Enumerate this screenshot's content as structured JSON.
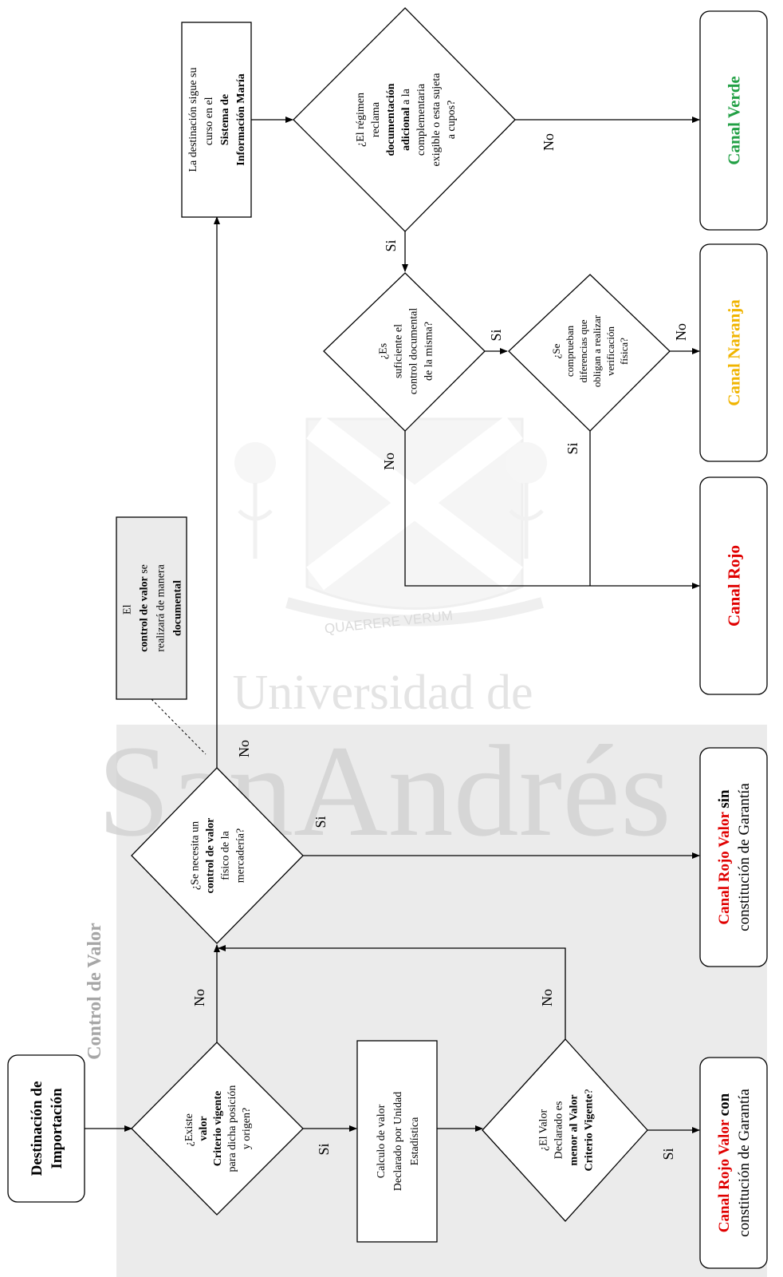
{
  "watermark": {
    "motto": "QUAERERE VERUM",
    "line1": "Universidad de",
    "line2": "SanAndrés"
  },
  "section_label": "Control de Valor",
  "nodes": {
    "start": {
      "lines": [
        [
          "Destinación de"
        ],
        [
          "Importación"
        ]
      ]
    },
    "q1": {
      "lines": [
        [
          "¿Existe "
        ],
        [
          "valor",
          "b"
        ],
        [
          "Criterio vigente",
          "b"
        ],
        [
          "para dicha posición"
        ],
        [
          "y origen?"
        ]
      ]
    },
    "calc": {
      "lines": [
        [
          "Calculo de valor"
        ],
        [
          "Declarado por Unidad"
        ],
        [
          "Estadística"
        ]
      ]
    },
    "q2": {
      "lines": [
        [
          "¿El Valor"
        ],
        [
          "Declarado es"
        ],
        [
          "menor al Valor",
          "b"
        ],
        [
          "Criterio Vigente",
          "b"
        ],
        [
          "?"
        ]
      ]
    },
    "q3": {
      "lines": [
        [
          "¿Se necesita un"
        ],
        [
          "control de valor",
          "b"
        ],
        [
          "físico de la"
        ],
        [
          "mercadería?"
        ]
      ]
    },
    "note": {
      "lines": [
        [
          "El "
        ],
        [
          "control de valor",
          "b"
        ],
        [
          " se"
        ],
        [
          "realizará de manera"
        ],
        [
          "documental",
          "b"
        ]
      ]
    },
    "sim": {
      "lines": [
        [
          "La destinación sigue su"
        ],
        [
          "curso en el "
        ],
        [
          "Sistema de",
          "b"
        ],
        [
          "Información María",
          "b"
        ]
      ]
    },
    "q4": {
      "lines": [
        [
          "¿El régimen"
        ],
        [
          "reclama"
        ],
        [
          "documentación",
          "b"
        ],
        [
          "adicional",
          "b"
        ],
        [
          " a la"
        ],
        [
          "complementaria"
        ],
        [
          "exigible o esta sujeta"
        ],
        [
          "a cupos?"
        ]
      ]
    },
    "q5": {
      "lines": [
        [
          "¿Es"
        ],
        [
          "suficiente el"
        ],
        [
          "control documental"
        ],
        [
          "de la misma?"
        ]
      ]
    },
    "q6": {
      "lines": [
        [
          "¿Se"
        ],
        [
          "comprueban"
        ],
        [
          "diferencias que"
        ],
        [
          "obligan a realizar"
        ],
        [
          "verificación"
        ],
        [
          "física?"
        ]
      ]
    },
    "out_rvc": {
      "lines": [
        [
          "Canal Rojo Valor",
          "b",
          "#e00000"
        ],
        [
          " con",
          "b"
        ],
        [
          "constitución de Garantía"
        ]
      ]
    },
    "out_rvs": {
      "lines": [
        [
          "Canal Rojo Valor",
          "b",
          "#e00000"
        ],
        [
          " sin",
          "b"
        ],
        [
          "constitución de Garantía"
        ]
      ]
    },
    "out_rojo": {
      "lines": [
        [
          "Canal Rojo",
          "b",
          "#e00000"
        ]
      ]
    },
    "out_naranja": {
      "lines": [
        [
          "Canal Naranja",
          "b",
          "#f0b400"
        ]
      ]
    },
    "out_verde": {
      "lines": [
        [
          "Canal Verde",
          "b",
          "#22a045"
        ]
      ]
    }
  },
  "edge_labels": {
    "q1_yes": "Si",
    "q1_no": "No",
    "q2_yes": "Si",
    "q2_no": "No",
    "q3_yes": "Si",
    "q3_no": "No",
    "q4_yes": "Si",
    "q4_no": "No",
    "q5_yes": "Si",
    "q5_no": "No",
    "q6_yes": "Si",
    "q6_no": "No"
  },
  "colors": {
    "red": "#e00000",
    "orange": "#f0b400",
    "green": "#22a045",
    "section_bg": "#ebebeb",
    "note_bg": "#ebebeb"
  }
}
